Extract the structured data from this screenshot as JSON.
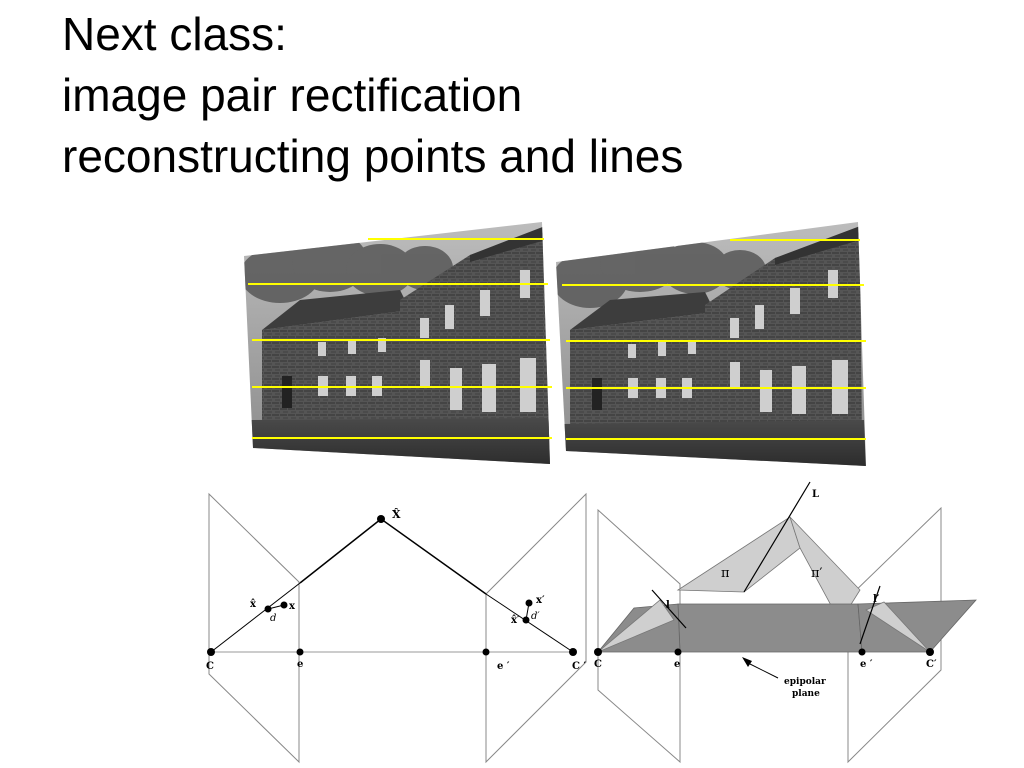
{
  "slide": {
    "title_lines": [
      "Next class:",
      "image pair rectification",
      "reconstructing points and lines"
    ]
  },
  "photos": {
    "line_color": "#ffff00"
  },
  "diagram_left": {
    "labels": {
      "X_hat": "X̂",
      "x_hat": "x̂",
      "x": "x",
      "d": "d",
      "C": "C",
      "e": "e",
      "x_prime": "x′",
      "x_hat_prime": "x̂′",
      "d_prime": "d′",
      "e_prime": "e ′",
      "C_prime": "C ′"
    }
  },
  "diagram_right": {
    "labels": {
      "L": "L",
      "pi": "π",
      "pi_prime": "π′",
      "l": "l",
      "l_prime": "l′",
      "C": "C",
      "e": "e",
      "e_prime": "e ′",
      "C_prime": "C′",
      "epipolar_line1": "epipolar",
      "epipolar_line2": "plane"
    },
    "colors": {
      "light_plane": "#cfcfcf",
      "dark_plane": "#8c8c8c",
      "mid_plane": "#a8a8a8"
    }
  }
}
